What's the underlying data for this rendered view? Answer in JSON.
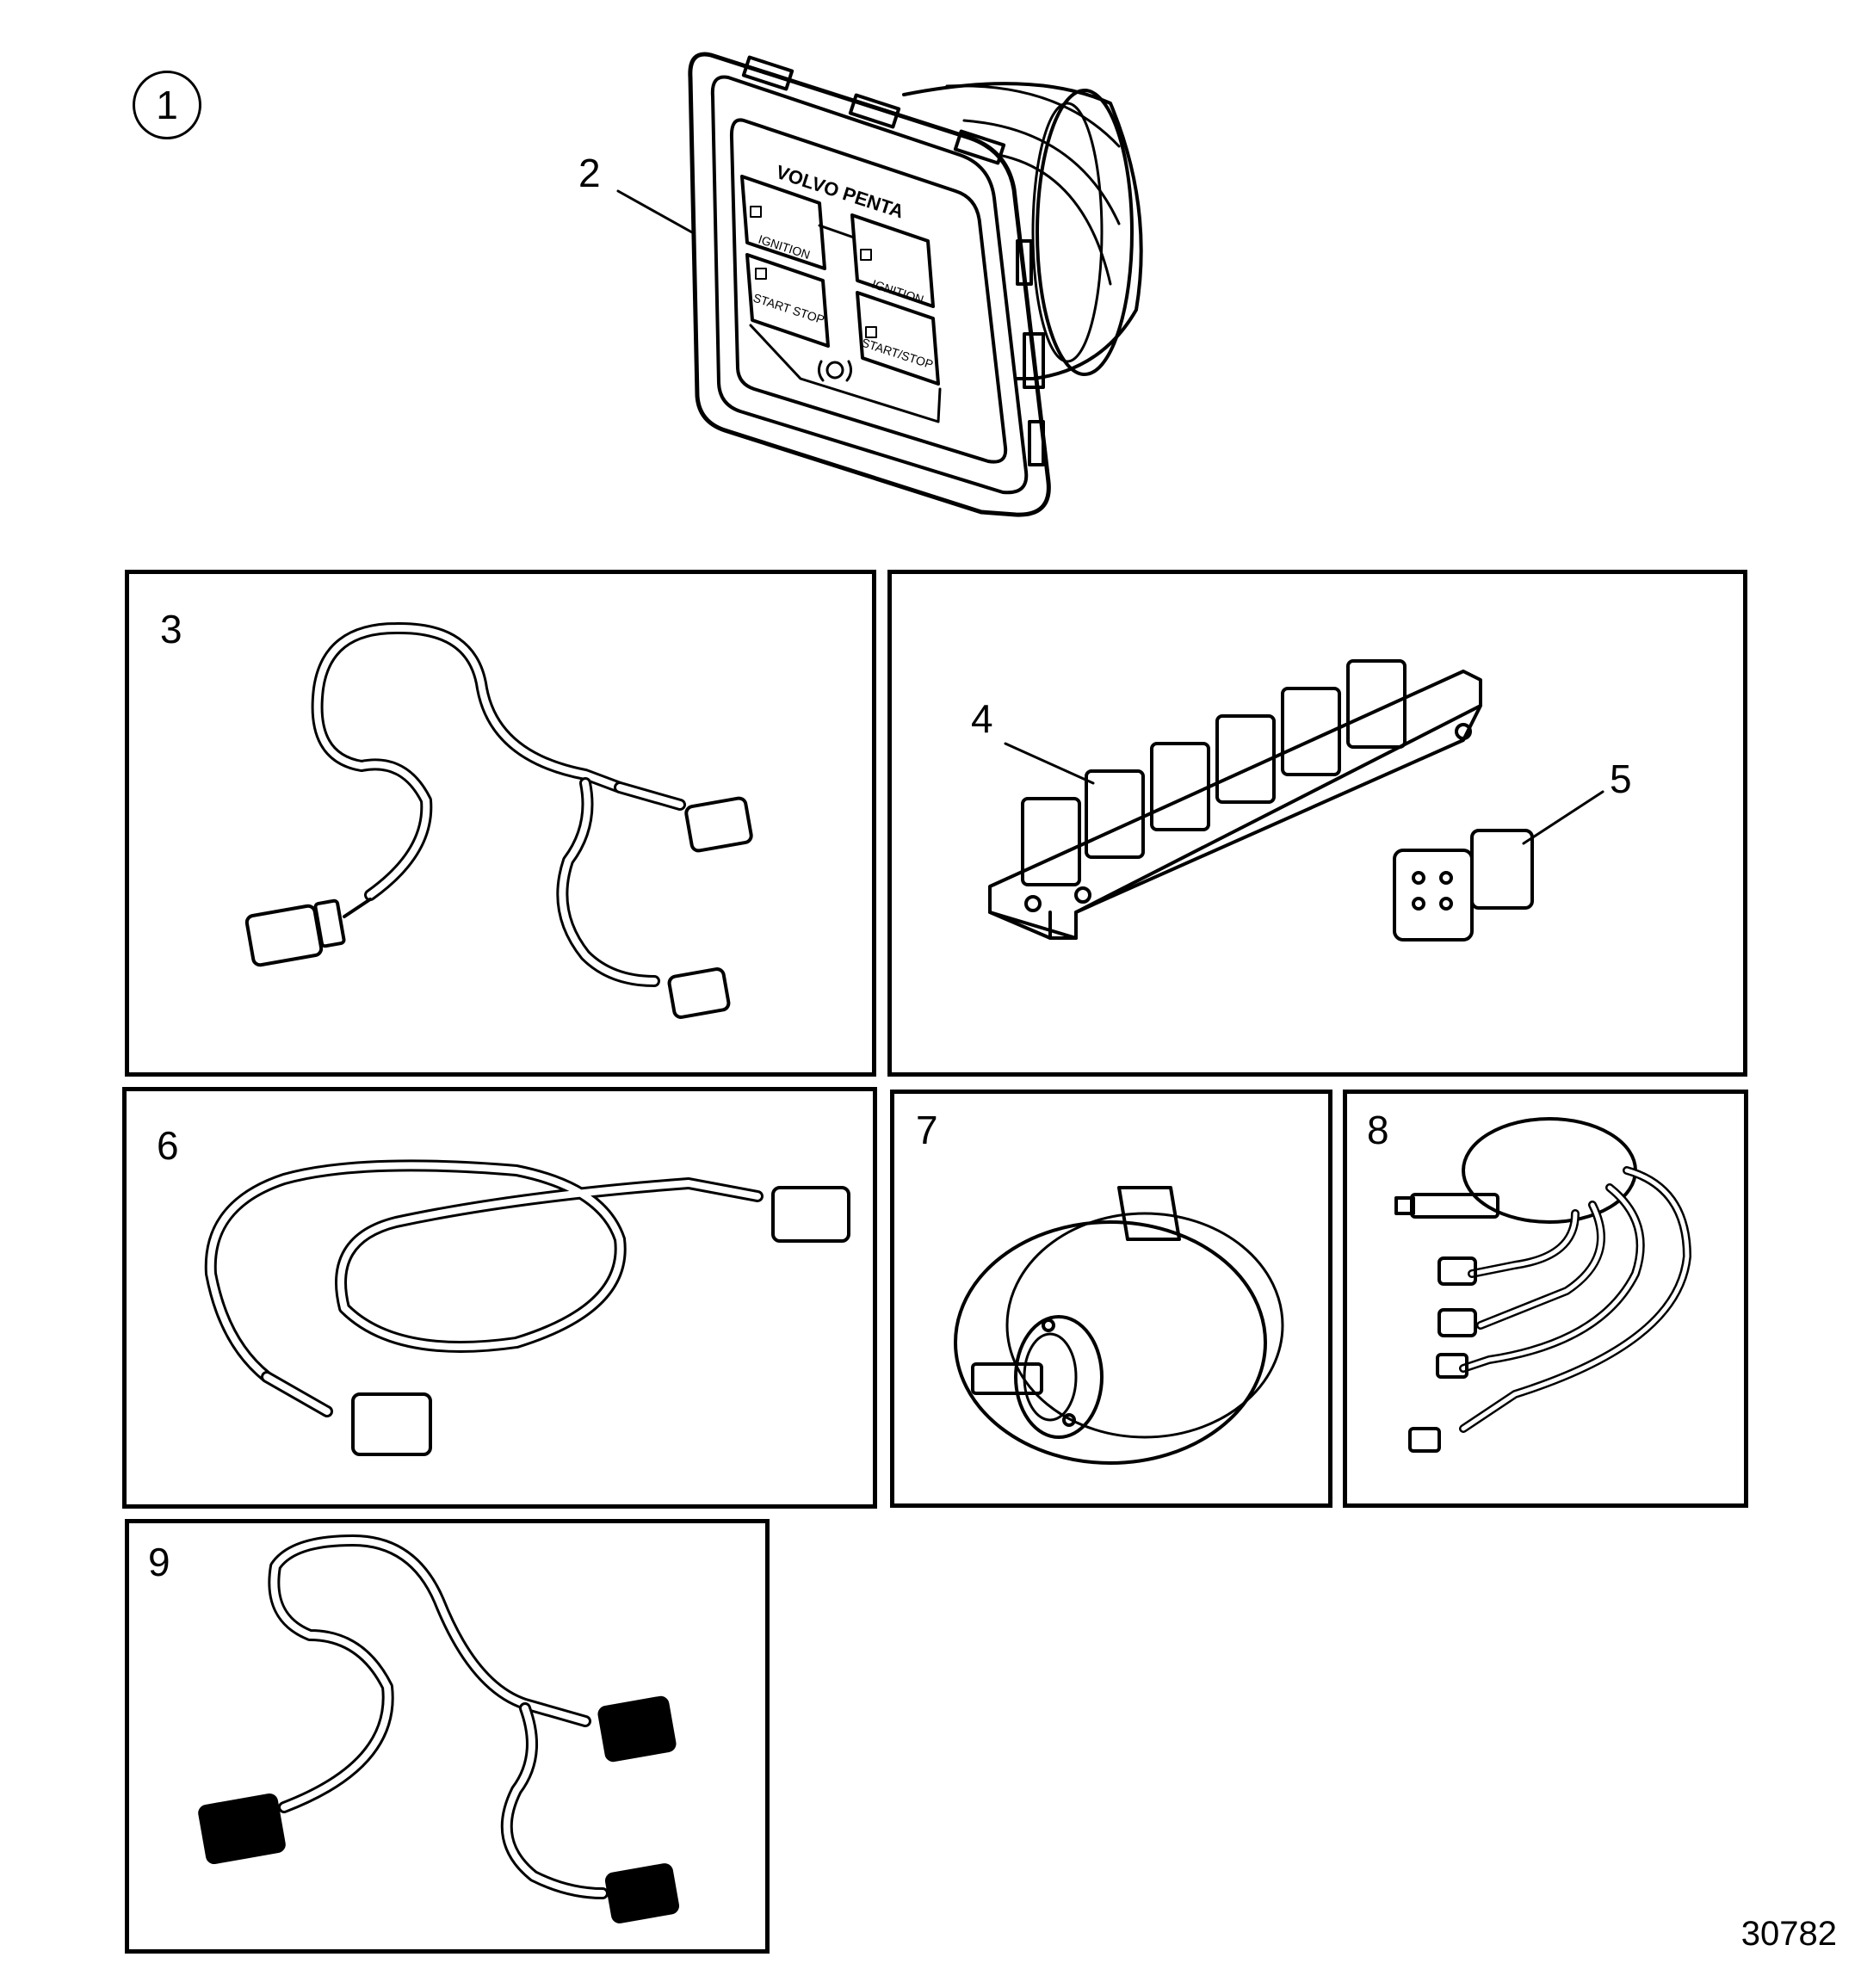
{
  "figure": {
    "callouts": {
      "c1": "1",
      "c2": "2",
      "c3": "3",
      "c4": "4",
      "c5": "5",
      "c6": "6",
      "c7": "7",
      "c8": "8",
      "c9": "9"
    },
    "panel": {
      "brand": "VOLVO PENTA",
      "left_top": "IGNITION",
      "left_bottom": "START STOP",
      "right_top": "IGNITION",
      "right_bottom": "START/STOP"
    },
    "document_number": "30782"
  }
}
